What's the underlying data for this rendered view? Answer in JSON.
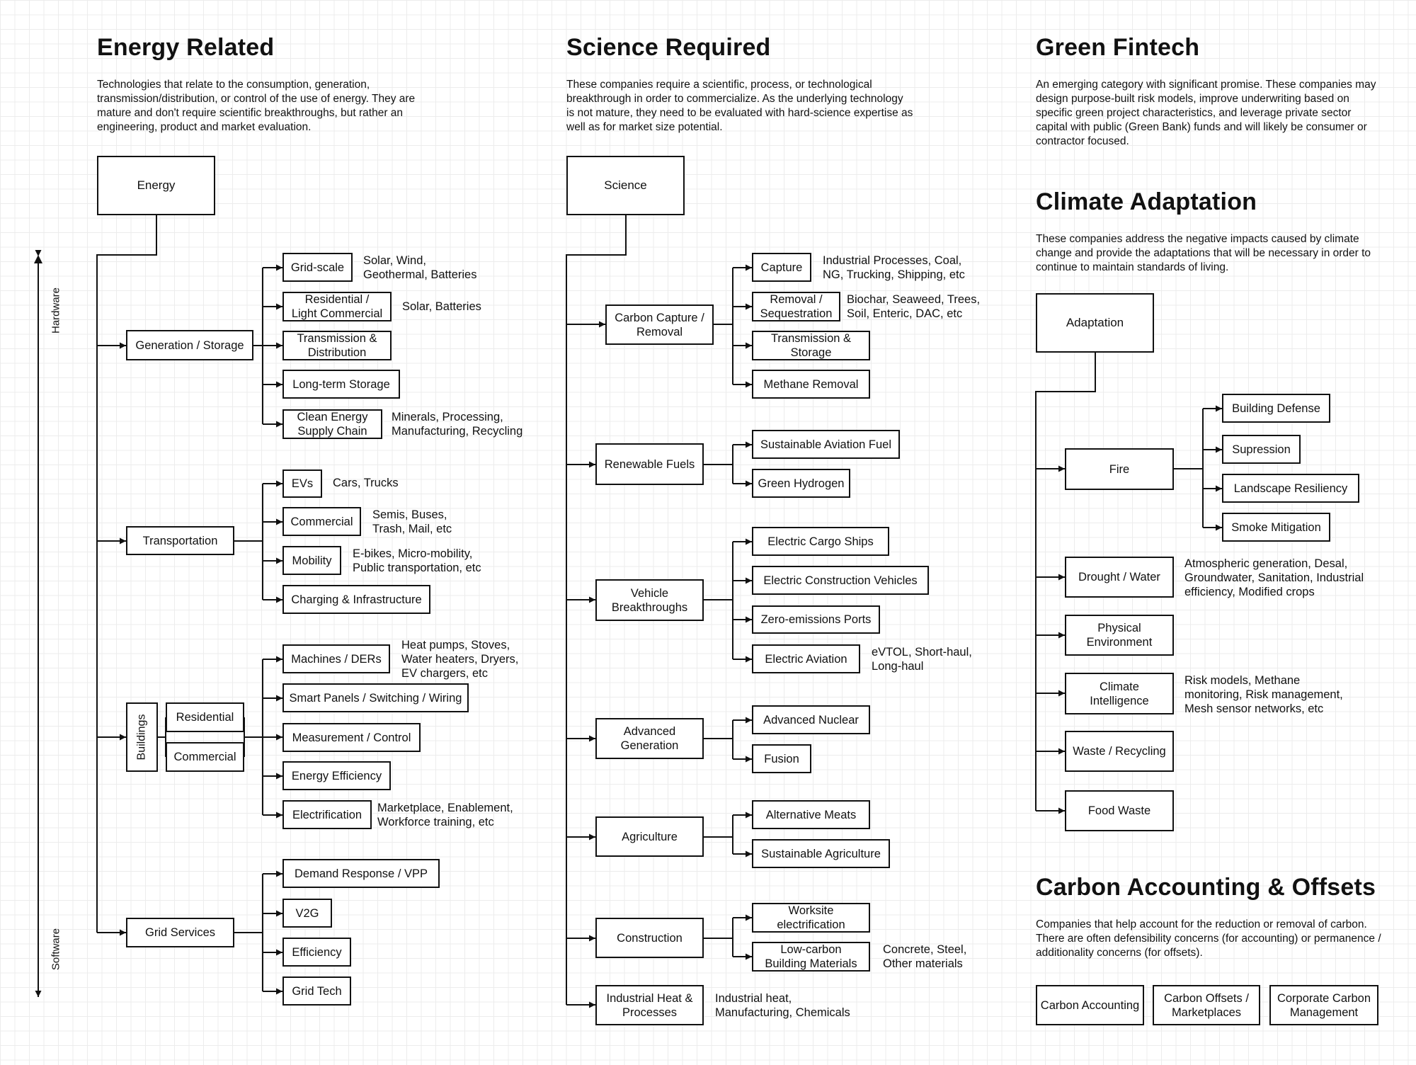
{
  "energy": {
    "title": "Energy Related",
    "description": "Technologies that relate to the consumption, generation, transmission/distribution, or control of the use of energy. They are mature and don't require scientific breakthroughs, but rather an engineering, product and market evaluation.",
    "root": "Energy",
    "axis_top": "Hardware",
    "axis_bottom": "Software",
    "generation": {
      "label": "Generation / Storage",
      "items": [
        {
          "label": "Grid-scale",
          "note": "Solar, Wind,\nGeothermal, Batteries"
        },
        {
          "label": "Residential /\nLight Commercial",
          "note": "Solar, Batteries"
        },
        {
          "label": "Transmission &\nDistribution",
          "note": ""
        },
        {
          "label": "Long-term Storage",
          "note": ""
        },
        {
          "label": "Clean Energy\nSupply Chain",
          "note": "Minerals, Processing,\nManufacturing, Recycling"
        }
      ]
    },
    "transportation": {
      "label": "Transportation",
      "items": [
        {
          "label": "EVs",
          "note": "Cars, Trucks"
        },
        {
          "label": "Commercial",
          "note": "Semis, Buses,\nTrash, Mail, etc"
        },
        {
          "label": "Mobility",
          "note": "E-bikes, Micro-mobility,\nPublic transportation, etc"
        },
        {
          "label": "Charging & Infrastructure",
          "note": ""
        }
      ]
    },
    "buildings": {
      "label": "Buildings",
      "residential": "Residential",
      "commercial": "Commercial",
      "items": [
        {
          "label": "Machines / DERs",
          "note": "Heat pumps, Stoves,\nWater heaters, Dryers,\nEV chargers, etc"
        },
        {
          "label": "Smart Panels / Switching / Wiring",
          "note": ""
        },
        {
          "label": "Measurement / Control",
          "note": ""
        },
        {
          "label": "Energy Efficiency",
          "note": ""
        },
        {
          "label": "Electrification",
          "note": "Marketplace, Enablement,\nWorkforce training, etc"
        }
      ]
    },
    "grid": {
      "label": "Grid Services",
      "items": [
        {
          "label": "Demand Response / VPP",
          "note": ""
        },
        {
          "label": "V2G",
          "note": ""
        },
        {
          "label": "Efficiency",
          "note": ""
        },
        {
          "label": "Grid Tech",
          "note": ""
        }
      ]
    }
  },
  "science": {
    "title": "Science Required",
    "description": "These companies require a scientific, process, or technological breakthrough in order to commercialize. As the underlying technology is not mature, they need to be evaluated with hard-science expertise as well as for market size potential.",
    "root": "Science",
    "carbon": {
      "label": "Carbon Capture /\nRemoval",
      "items": [
        {
          "label": "Capture",
          "note": "Industrial Processes, Coal,\nNG, Trucking, Shipping, etc"
        },
        {
          "label": "Removal /\nSequestration",
          "note": "Biochar, Seaweed, Trees,\nSoil, Enteric, DAC, etc"
        },
        {
          "label": "Transmission &\nStorage",
          "note": ""
        },
        {
          "label": "Methane Removal",
          "note": ""
        }
      ]
    },
    "fuels": {
      "label": "Renewable Fuels",
      "items": [
        {
          "label": "Sustainable Aviation Fuel",
          "note": ""
        },
        {
          "label": "Green Hydrogen",
          "note": ""
        }
      ]
    },
    "vehicle": {
      "label": "Vehicle\nBreakthroughs",
      "items": [
        {
          "label": "Electric Cargo Ships",
          "note": ""
        },
        {
          "label": "Electric Construction Vehicles",
          "note": ""
        },
        {
          "label": "Zero-emissions Ports",
          "note": ""
        },
        {
          "label": "Electric Aviation",
          "note": "eVTOL, Short-haul,\nLong-haul"
        }
      ]
    },
    "advgen": {
      "label": "Advanced\nGeneration",
      "items": [
        {
          "label": "Advanced Nuclear",
          "note": ""
        },
        {
          "label": "Fusion",
          "note": ""
        }
      ]
    },
    "agriculture": {
      "label": "Agriculture",
      "items": [
        {
          "label": "Alternative Meats",
          "note": ""
        },
        {
          "label": "Sustainable Agriculture",
          "note": ""
        }
      ]
    },
    "construction": {
      "label": "Construction",
      "items": [
        {
          "label": "Worksite\nelectrification",
          "note": ""
        },
        {
          "label": "Low-carbon\nBuilding Materials",
          "note": "Concrete, Steel,\nOther materials"
        }
      ]
    },
    "industrial": {
      "label": "Industrial Heat &\nProcesses",
      "note": "Industrial heat,\nManufacturing, Chemicals"
    }
  },
  "fintech": {
    "title": "Green Fintech",
    "description": "An emerging category with significant promise. These companies may design purpose-built risk models, improve underwriting based on specific green project characteristics, and leverage private sector capital with public (Green Bank) funds and will likely be consumer or contractor focused."
  },
  "adaptation": {
    "title": "Climate Adaptation",
    "description": "These companies address the negative impacts caused by climate change and provide the adaptations that will be necessary in order to continue to maintain standards of living.",
    "root": "Adaptation",
    "fire": {
      "label": "Fire",
      "items": [
        {
          "label": "Building Defense"
        },
        {
          "label": "Supression"
        },
        {
          "label": "Landscape Resiliency"
        },
        {
          "label": "Smoke Mitigation"
        }
      ]
    },
    "categories": [
      {
        "label": "Drought / Water",
        "note": "Atmospheric generation, Desal,\nGroundwater, Sanitation, Industrial\nefficiency, Modified crops"
      },
      {
        "label": "Physical\nEnvironment",
        "note": ""
      },
      {
        "label": "Climate\nIntelligence",
        "note": "Risk models, Methane\nmonitoring, Risk management,\nMesh sensor networks, etc"
      },
      {
        "label": "Waste / Recycling",
        "note": ""
      },
      {
        "label": "Food Waste",
        "note": ""
      }
    ]
  },
  "carbon_accounting": {
    "title": "Carbon Accounting & Offsets",
    "description": "Companies that help account for the reduction or removal of carbon. There are often defensibility concerns (for accounting) or permanence / additionality concerns (for offsets).",
    "items": [
      {
        "label": "Carbon Accounting"
      },
      {
        "label": "Carbon Offsets /\nMarketplaces"
      },
      {
        "label": "Corporate Carbon\nManagement"
      }
    ]
  }
}
